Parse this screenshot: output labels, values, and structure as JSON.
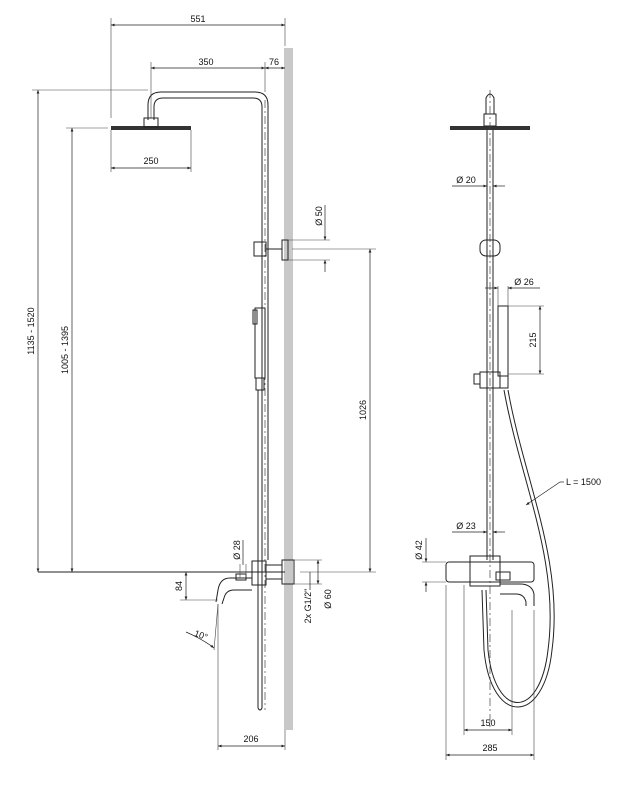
{
  "dimensions": {
    "overall_width": "551",
    "arm_length": "350",
    "wall_offset": "76",
    "head_diameter": "250",
    "total_height": "1135 - 1520",
    "floor_to_head": "1005 - 1395",
    "bracket_diameter": "Ø 50",
    "bracket_to_mixer": "1026",
    "spout_diameter": "Ø 28",
    "spout_drop": "84",
    "inlet_thread": "2x G1/2\"",
    "inlet_diameter": "Ø 60",
    "spout_angle": "10°",
    "spout_projection": "206",
    "riser_diameter": "Ø 20",
    "hand_shower_diameter": "Ø 26",
    "hand_shower_length": "215",
    "hose_length": "L = 1500",
    "lower_pipe_diameter": "Ø 23",
    "mixer_height": "Ø 42",
    "inlet_centres": "150",
    "mixer_width": "285"
  },
  "colors": {
    "line": "#222222",
    "wall": "#c8c8c8"
  }
}
